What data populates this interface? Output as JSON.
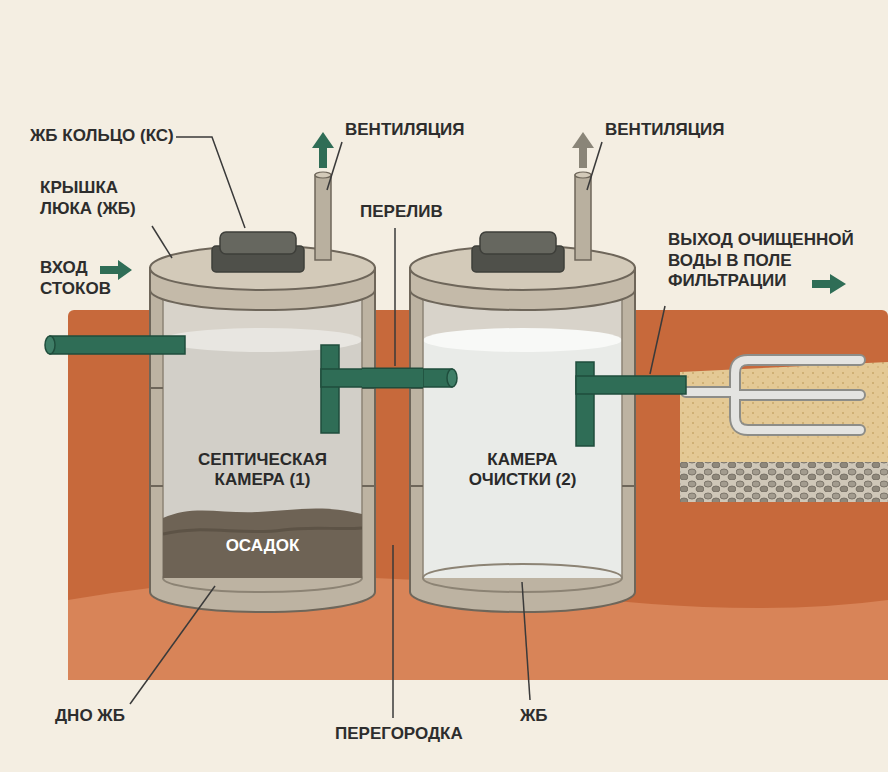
{
  "diagram": {
    "nodes": [
      {
        "text": [
          "СЕПТИЧЕСКАЯ КАМЕРА (1)"
        ]
      },
      {
        "text": [
          "ОСАДОК"
        ],
        "in": 0
      },
      {
        "text": [
          "КАМЕРА ОЧИСТКИ (2)"
        ]
      }
    ],
    "edges": [
      {
        "from": 0,
        "to": 2,
        "arrow": "none"
      }
    ],
    "labels": [
      "ЖБ КОЛЬЦО (КС)",
      "КРЫШКА ЛЮКА (ЖБ)",
      "ВХОД СТОКОВ",
      "ВЕНТИЛЯЦИЯ",
      "ПЕРЕЛИВ",
      "ВЕНТИЛЯЦИЯ",
      "ВЫХОД ОЧИЩЕННОЙ ВОДЫ В ПОЛЕ ФИЛЬТРАЦИИ",
      "ДНО ЖБ",
      "ПЕРЕГОРОДКА",
      "ЖБ"
    ]
  }
}
